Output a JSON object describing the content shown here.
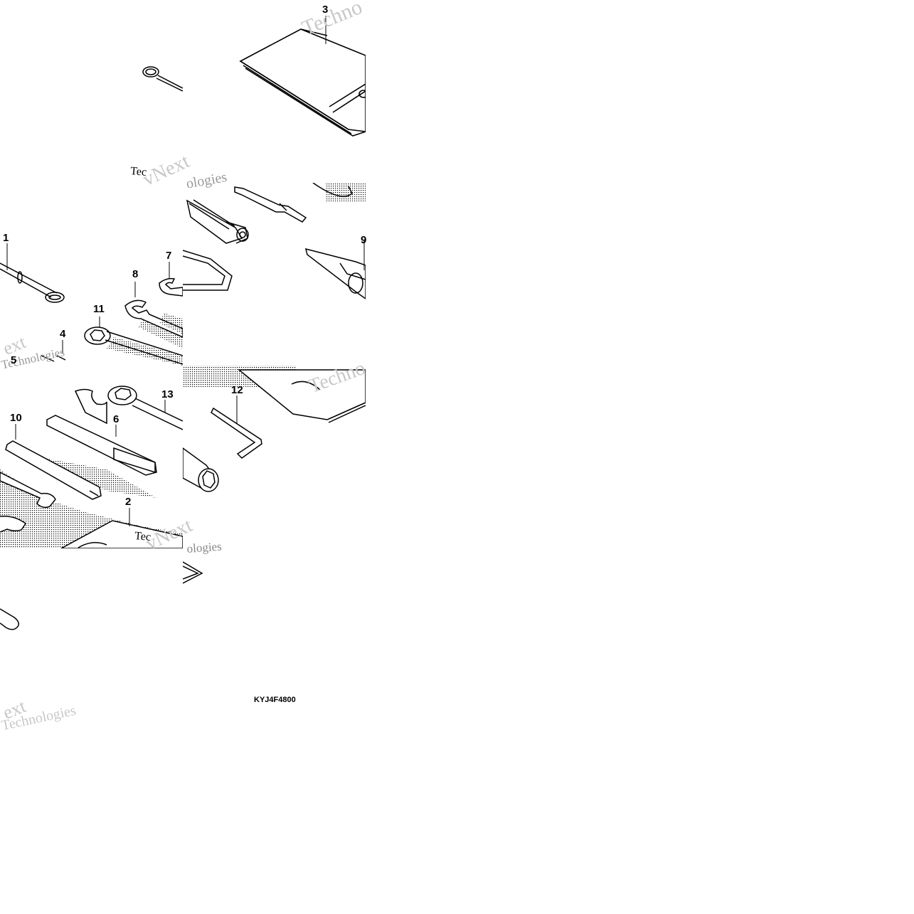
{
  "diagram": {
    "code": "KYJ4F4800",
    "watermark_text": "vNext Technologies",
    "watermark_parts": [
      "vNext",
      "Techno",
      "Technologies",
      "Tec",
      "ext",
      "ologies"
    ],
    "part_callouts": [
      "1",
      "2",
      "3",
      "4",
      "5",
      "6",
      "7",
      "8",
      "9",
      "10",
      "11",
      "12",
      "13"
    ]
  }
}
